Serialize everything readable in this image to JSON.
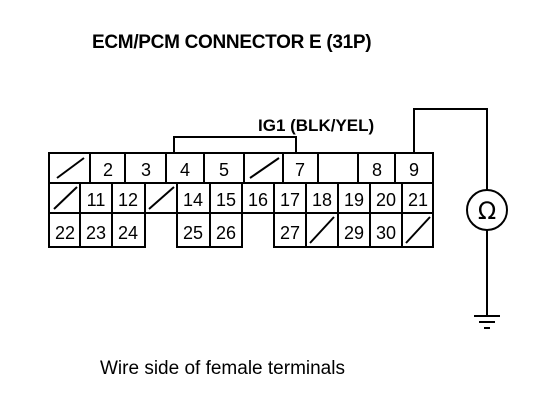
{
  "title": "ECM/PCM CONNECTOR E (31P)",
  "caption": "Wire side of female terminals",
  "wire_label": "IG1 (BLK/YEL)",
  "meter_symbol": "Ω",
  "icons": {
    "meter": "ohmmeter-icon",
    "ground": "ground-icon"
  },
  "rows": [
    [
      "",
      "2",
      "3",
      "4",
      "5",
      "",
      "7",
      "8",
      "9"
    ],
    [
      "",
      "11",
      "12",
      "",
      "14",
      "15",
      "16",
      "17",
      "18",
      "19",
      "20",
      "21"
    ],
    [
      "22",
      "23",
      "24",
      "25",
      "26",
      "27",
      "",
      "29",
      "30",
      ""
    ]
  ]
}
